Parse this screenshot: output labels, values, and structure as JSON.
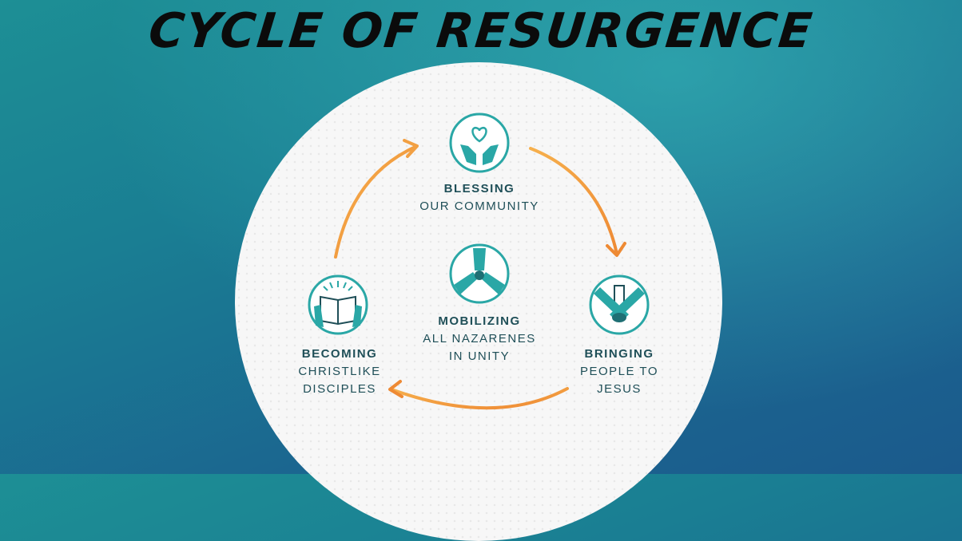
{
  "title": "CYCLE OF RESURGENCE",
  "colors": {
    "accent_teal": "#2aa7a6",
    "arrow_orange": "#f29b3c",
    "text_dark": "#1f4f58",
    "background": "#1b7590"
  },
  "nodes": {
    "blessing": {
      "bold": "BLESSING",
      "sub": [
        "OUR COMMUNITY"
      ],
      "icon": "heart-hands-icon"
    },
    "bringing": {
      "bold": "BRINGING",
      "sub": [
        "PEOPLE TO",
        "JESUS"
      ],
      "icon": "joined-hands-icon"
    },
    "becoming": {
      "bold": "BECOMING",
      "sub": [
        "CHRISTLIKE",
        "DISCIPLES"
      ],
      "icon": "open-book-icon"
    },
    "mobilizing": {
      "bold": "MOBILIZING",
      "sub": [
        "ALL NAZARENES",
        "IN UNITY"
      ],
      "icon": "three-hands-icon"
    }
  }
}
